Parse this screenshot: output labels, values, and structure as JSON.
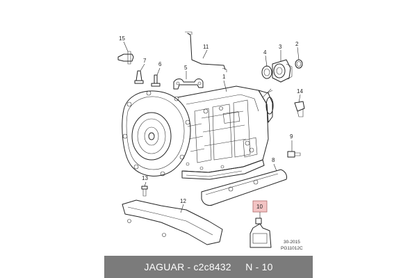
{
  "footer": {
    "brand": "JAGUAR",
    "separator1": " - ",
    "part_number": "c2c8432",
    "separator2": "     ",
    "item_ref": "N - 10"
  },
  "reference": {
    "date_code": "30-2015",
    "drawing_code": "PG11012C"
  },
  "callouts": [
    "1",
    "2",
    "3",
    "4",
    "5",
    "6",
    "7",
    "8",
    "9",
    "10",
    "11",
    "12",
    "13",
    "14",
    "15"
  ],
  "colors": {
    "highlight_fill": "#f3c4c4",
    "highlight_stroke": "#b06a6a",
    "footer_bg": "#7b7b7b",
    "footer_text": "#ffffff",
    "line": "#222222"
  }
}
